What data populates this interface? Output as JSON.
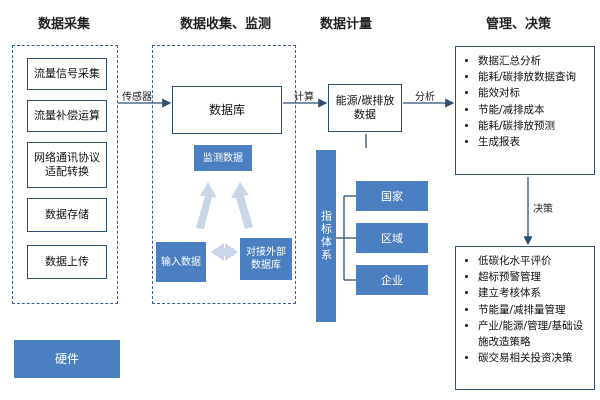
{
  "headers": {
    "collection": "数据采集",
    "gather_monitor": "数据收集、监测",
    "metering": "数据计量",
    "management": "管理、决策"
  },
  "collection_items": [
    "流量信号采集",
    "流量补偿运算",
    "网络通讯协议适配转换",
    "数据存储",
    "数据上传"
  ],
  "hardware_label": "硬件",
  "sensor_label": "传感器",
  "database_label": "数据库",
  "monitor_label": "监测数据",
  "input_label": "输入数据",
  "external_db_label": "对接外部数据库",
  "calc_label": "计算",
  "energy_box_label": "能源/碳排放数据",
  "analysis_label": "分析",
  "indicator_system_label": "指标体系",
  "indicator_items": [
    "国家",
    "区域",
    "企业"
  ],
  "decision_label": "决策",
  "analysis_list": [
    "数据汇总分析",
    "能耗/碳排放数据查询",
    "能效对标",
    "节能/减排成本",
    "能耗/碳排放预测",
    "生成报表"
  ],
  "decision_list": [
    "低碳化水平评价",
    "超标预警管理",
    "建立考核体系",
    "节能量/减排量管理",
    "产业/能源/管理/基础设施改造策略",
    "碳交易相关投资决策"
  ],
  "colors": {
    "accent_fill": "#4a7fc1",
    "border": "#2f4f75",
    "dash": "#3a5f8a"
  }
}
